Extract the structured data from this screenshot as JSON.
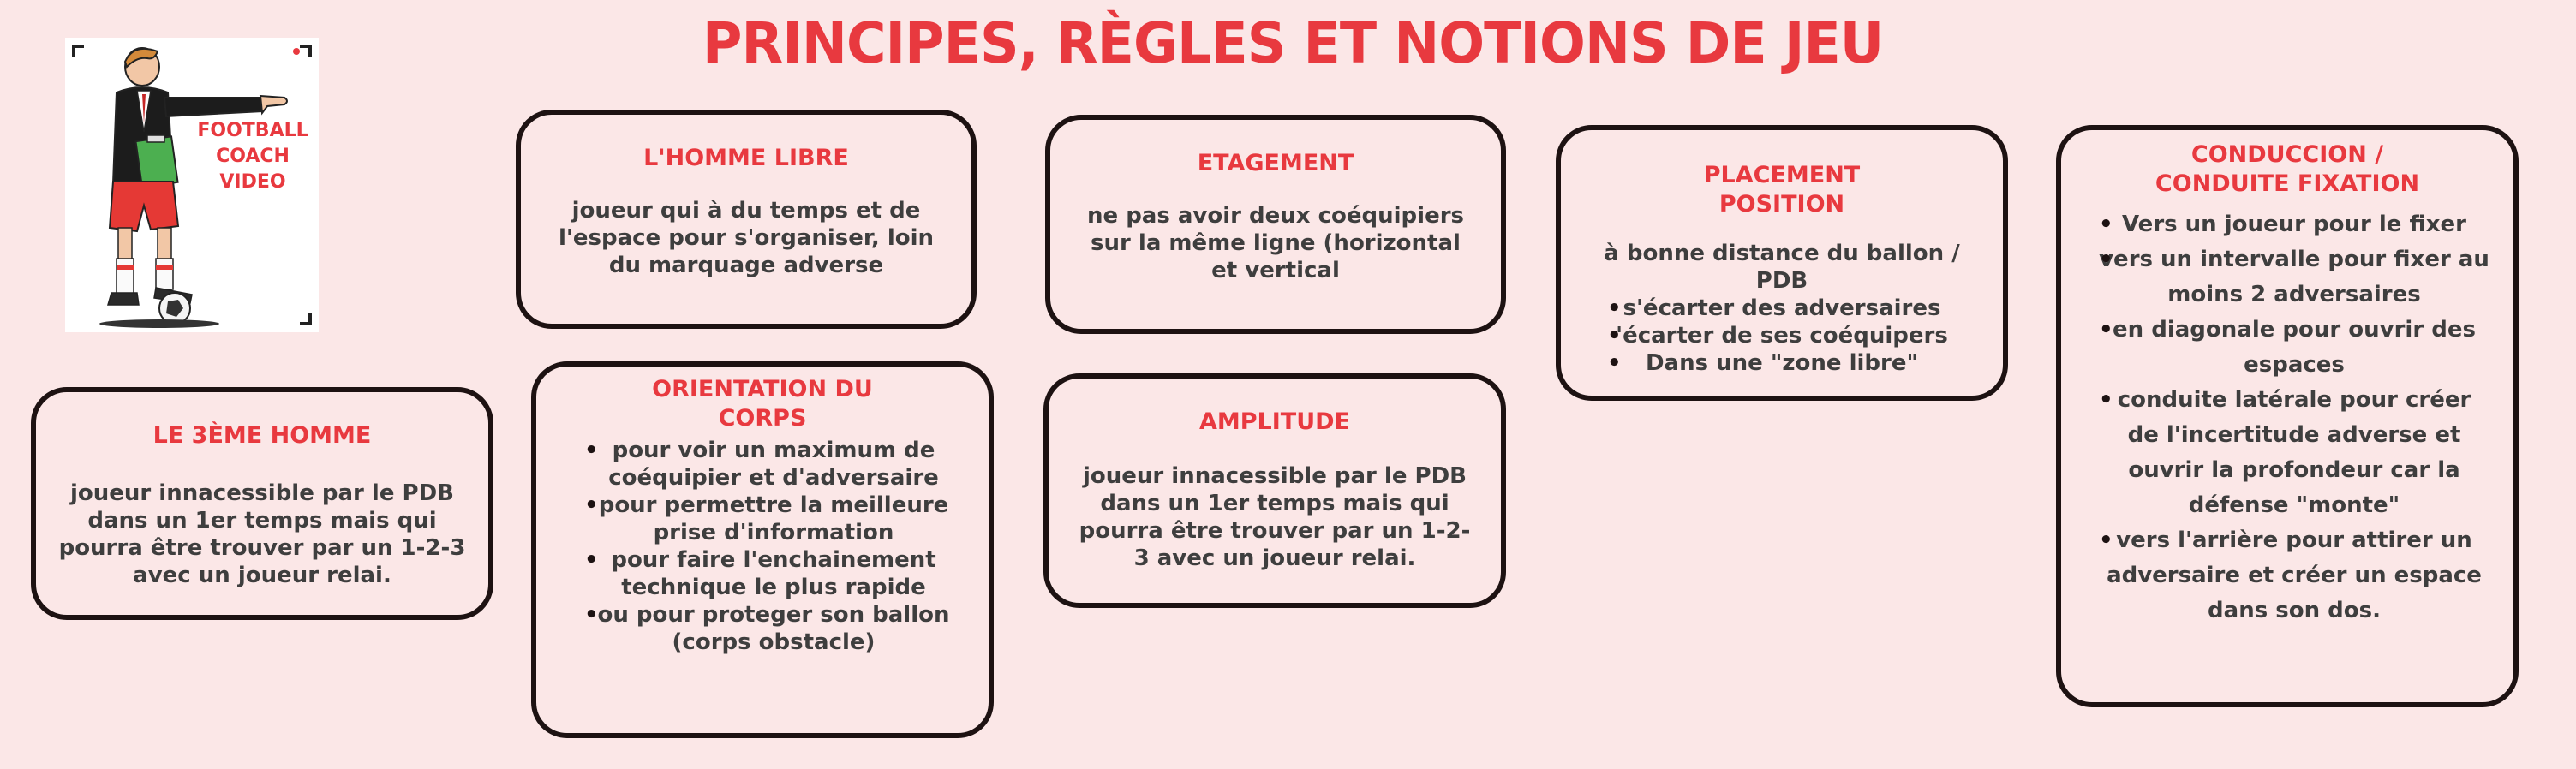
{
  "page": {
    "title": "PRINCIPES, RÈGLES ET NOTIONS DE JEU"
  },
  "logo": {
    "lines": [
      "FOOTBALL",
      "COACH",
      "VIDEO"
    ]
  },
  "cards": {
    "homme_libre": {
      "title": "L'HOMME LIBRE",
      "text": "joueur qui à du temps et de l'espace  pour s'organiser, loin du marquage adverse"
    },
    "etagement": {
      "title": "ETAGEMENT",
      "text": "ne pas avoir deux coéquipiers sur la même ligne (horizontal et vertical"
    },
    "placement": {
      "title_line1": "PLACEMENT",
      "title_line2": "POSITION",
      "intro": "à bonne distance  du ballon / PDB",
      "items": [
        "s'écarter des adversaires",
        "'écarter de ses coéquipers",
        "Dans une \"zone libre\""
      ]
    },
    "conduccion": {
      "title_line1": "CONDUCCION /",
      "title_line2": "CONDUITE  FIXATION",
      "items": [
        "Vers un joueur pour le fixer",
        "vers un intervalle pour fixer au moins 2 adversaires",
        "en diagonale pour ouvrir des espaces",
        "conduite latérale pour créer de l'incertitude adverse et ouvrir la profondeur car la défense \"monte\"",
        "vers l'arrière pour attirer un adversaire et créer un espace dans son dos."
      ]
    },
    "troisieme_homme": {
      "title": "LE 3ÈME HOMME",
      "text": "joueur innacessible par le PDB dans un 1er temps mais qui pourra être trouver par un 1-2-3 avec un joueur relai."
    },
    "orientation": {
      "title_line1": "ORIENTATION DU",
      "title_line2": "CORPS",
      "items": [
        "pour voir un maximum de coéquipier et d'adversaire",
        "pour permettre la meilleure prise d'information",
        "pour faire l'enchainement technique le plus rapide",
        "ou pour proteger son ballon (corps obstacle)"
      ]
    },
    "amplitude": {
      "title": "AMPLITUDE",
      "text": "joueur innacessible par le PDB dans un 1er temps mais qui pourra être trouver par un 1-2-3 avec un joueur relai."
    }
  },
  "colors": {
    "background": "#fbe7e7",
    "accent": "#e8393f",
    "border": "#1d1212",
    "text": "#3e3e3e"
  }
}
